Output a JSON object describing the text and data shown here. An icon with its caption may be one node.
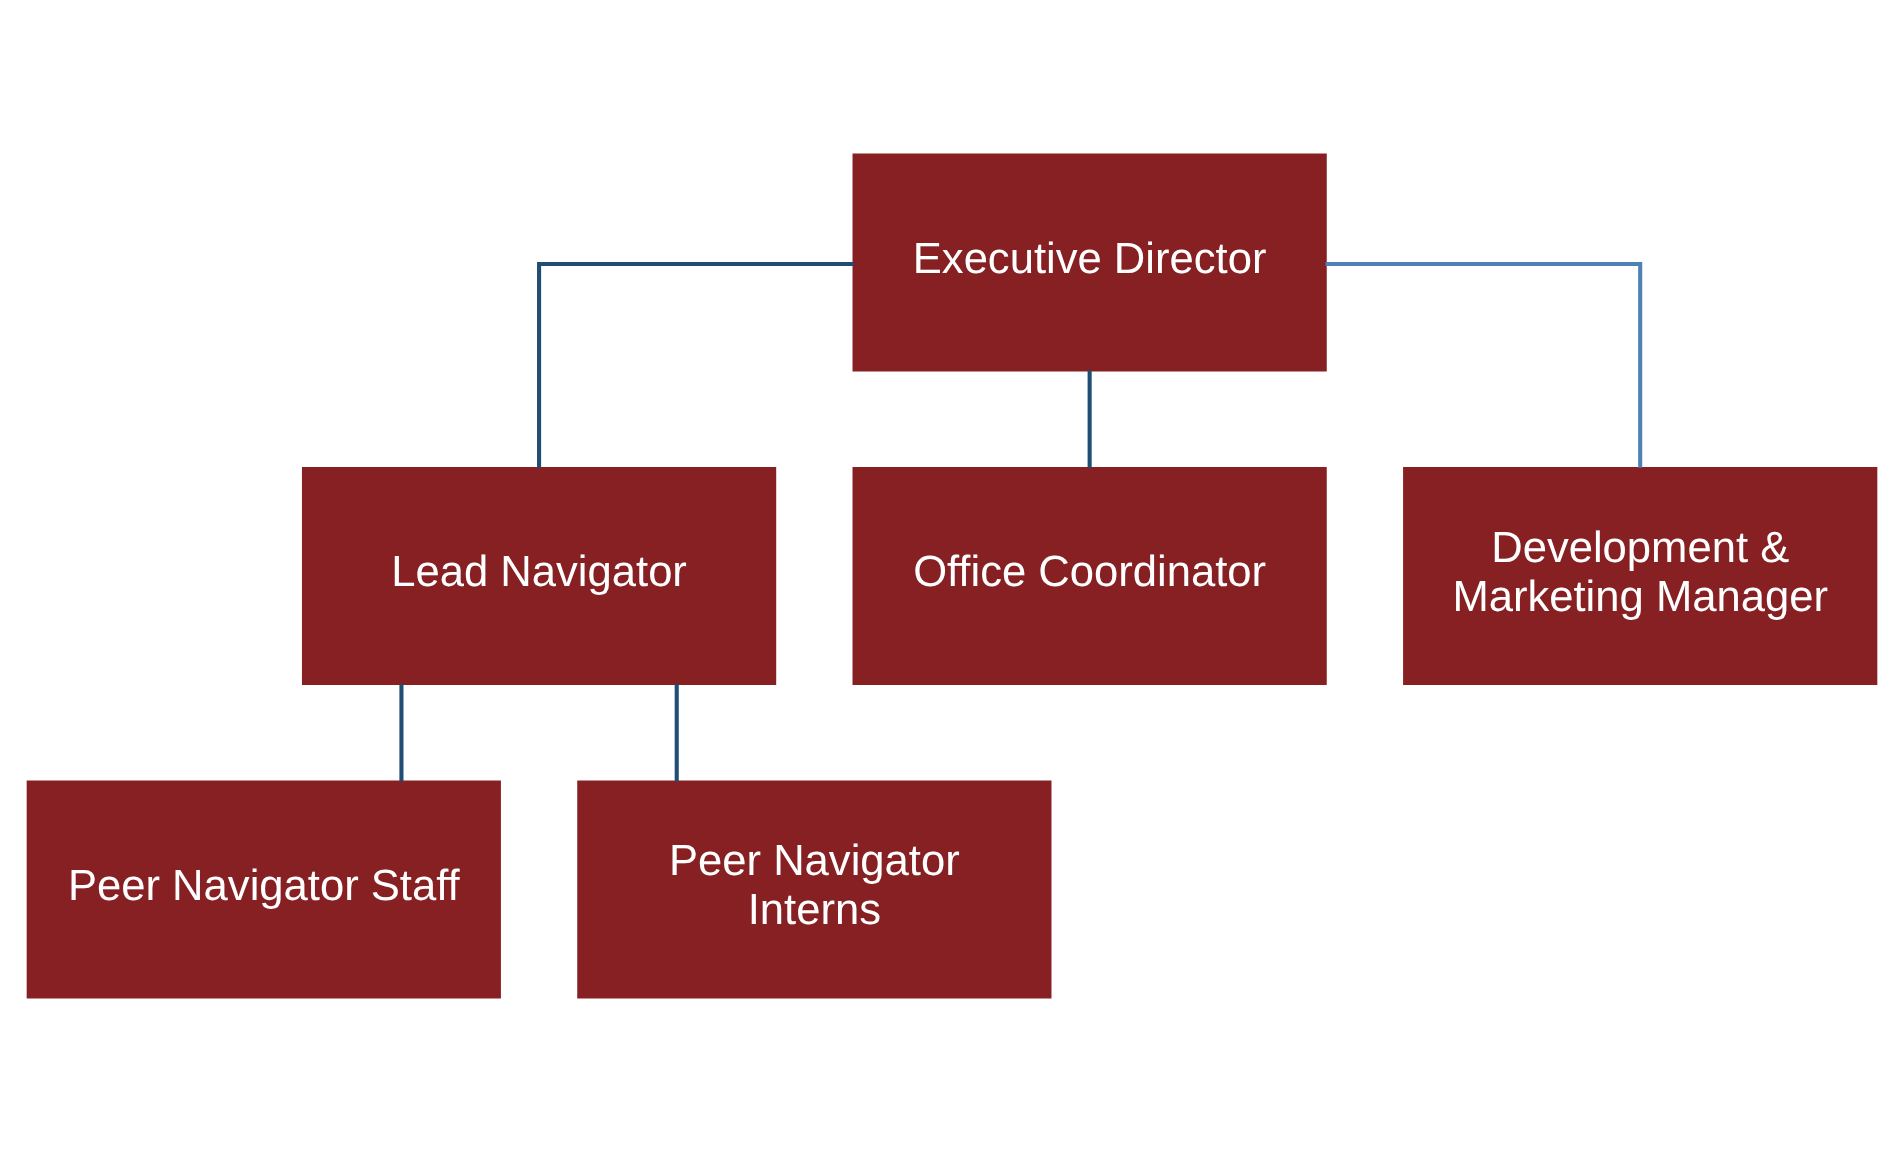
{
  "diagram": {
    "nodes": [
      {
        "text": [
          "Executive Director"
        ]
      },
      {
        "text": [
          "Lead Navigator"
        ]
      },
      {
        "text": [
          "Office Coordinator"
        ]
      },
      {
        "text": [
          "Development & Marketing Manager"
        ]
      },
      {
        "text": [
          "Peer Navigator Staff"
        ]
      },
      {
        "text": [
          "Peer Navigator Interns"
        ]
      }
    ],
    "edges": [
      {
        "from": 0,
        "to": 1,
        "arrow": "none"
      },
      {
        "from": 0,
        "to": 2,
        "arrow": "none"
      },
      {
        "from": 0,
        "to": 3,
        "arrow": "none",
        "color": "#4f81b4"
      },
      {
        "from": 1,
        "to": 4,
        "arrow": "none"
      },
      {
        "from": 1,
        "to": 5,
        "arrow": "none"
      }
    ]
  }
}
